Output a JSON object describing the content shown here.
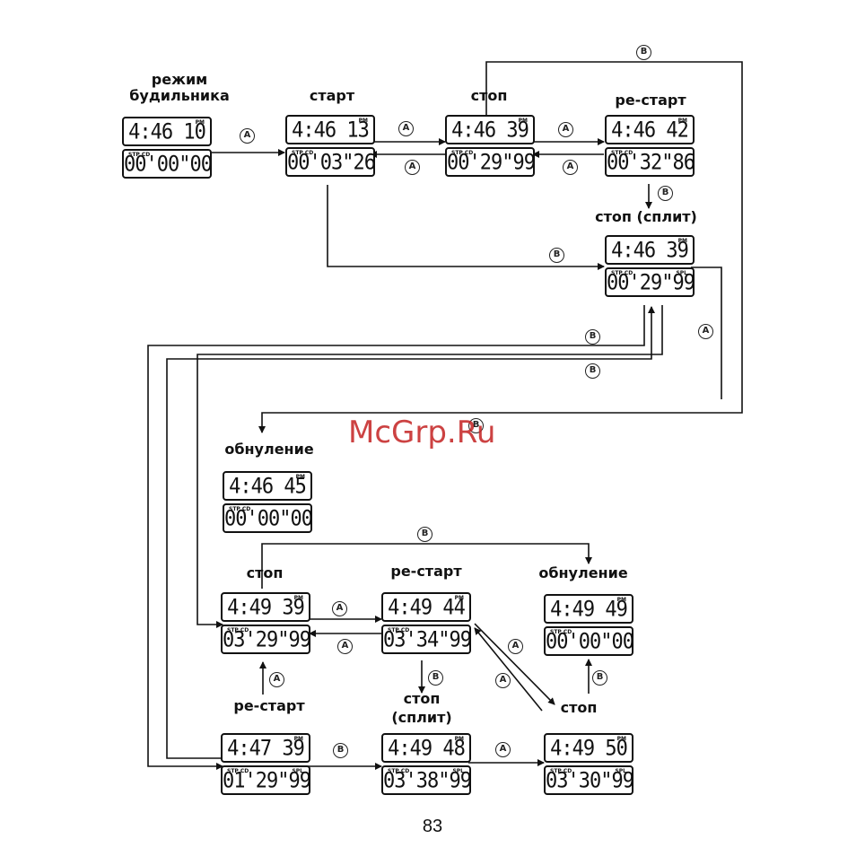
{
  "labels": {
    "alarm_mode": "режим будильника",
    "start": "старт",
    "stop_1": "стоп",
    "restart_1": "ре-старт",
    "stop_split_1": "стоп (сплит)",
    "reset_1": "обнуление",
    "stop_2": "стоп",
    "restart_2": "ре-старт",
    "reset_2": "обнуление",
    "restart_3": "ре-старт",
    "stop_split_2": "стоп (сплит)",
    "stop_3": "стоп"
  },
  "displays": {
    "alarm": {
      "top": "4:46 10",
      "top_indicator": "PM",
      "bottom": "00'00\"00",
      "bottom_indicator": "STP CD"
    },
    "start": {
      "top": "4:46 13",
      "top_indicator": "PM",
      "bottom": "00'03\"26",
      "bottom_indicator": "STP CD"
    },
    "stop1": {
      "top": "4:46 39",
      "top_indicator": "PM",
      "bottom": "00'29\"99",
      "bottom_indicator": "STP CD"
    },
    "restart1": {
      "top": "4:46 42",
      "top_indicator": "PM",
      "bottom": "00'32\"86",
      "bottom_indicator": "STP CD"
    },
    "split1": {
      "top": "4:46 39",
      "top_indicator": "PM",
      "bottom": "00'29\"99",
      "bottom_indicator": "STP CD",
      "bottom_indicator_right": "SPL"
    },
    "reset1": {
      "top": "4:46 45",
      "top_indicator": "PM",
      "bottom": "00'00\"00",
      "bottom_indicator": "STP CD"
    },
    "stop2": {
      "top": "4:49 39",
      "top_indicator": "PM",
      "bottom": "03'29\"99",
      "bottom_indicator": "STP CD"
    },
    "restart2": {
      "top": "4:49 44",
      "top_indicator": "PM",
      "bottom": "03'34\"99",
      "bottom_indicator": "STP CD"
    },
    "reset2": {
      "top": "4:49 49",
      "top_indicator": "PM",
      "bottom": "00'00\"00",
      "bottom_indicator": "STP CD"
    },
    "restart3": {
      "top": "4:47 39",
      "top_indicator": "PM",
      "bottom": "01'29\"99",
      "bottom_indicator": "STP CD",
      "bottom_indicator_right": "SPL"
    },
    "split2": {
      "top": "4:49 48",
      "top_indicator": "PM",
      "bottom": "03'38\"99",
      "bottom_indicator": "STP CD",
      "bottom_indicator_right": "SPL"
    },
    "stop3": {
      "top": "4:49 50",
      "top_indicator": "PM",
      "bottom": "03'30\"99",
      "bottom_indicator": "STP CD",
      "bottom_indicator_right": "SPL"
    }
  },
  "buttons": {
    "a": "A",
    "b": "B"
  },
  "watermark": "McGrp.Ru",
  "page_number": "83"
}
